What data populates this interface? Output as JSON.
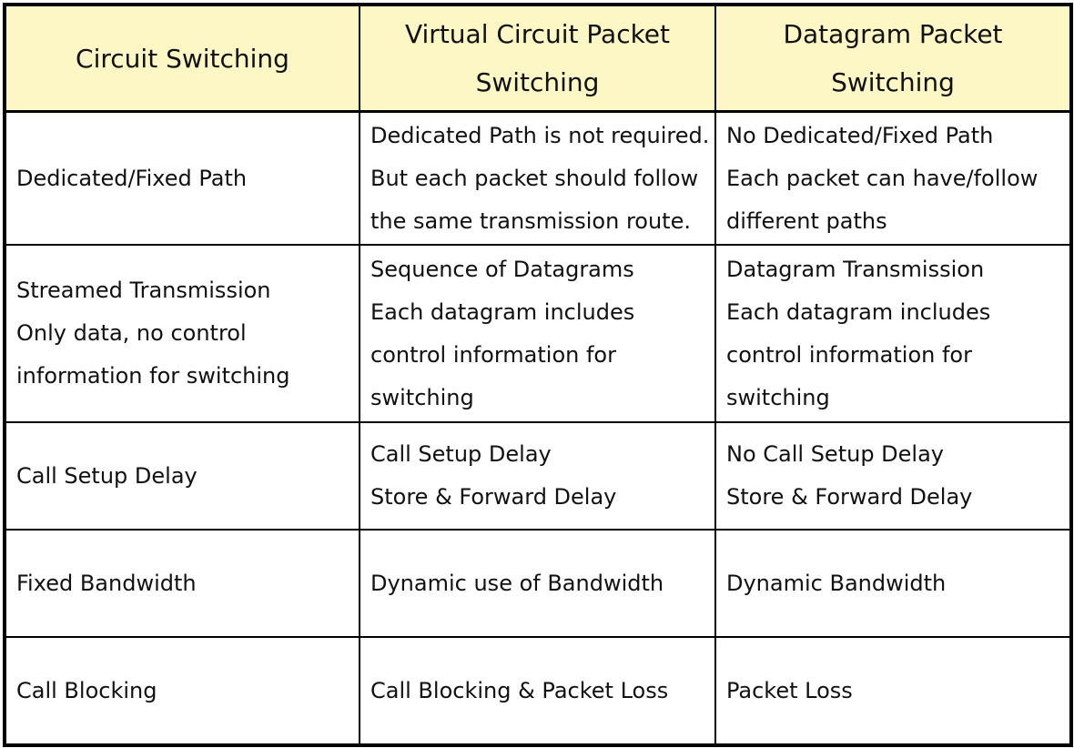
{
  "headers": [
    [
      "Circuit Switching"
    ],
    [
      "Virtual Circuit Packet",
      "Switching"
    ],
    [
      "Datagram Packet",
      "Switching"
    ]
  ],
  "rows": [
    [
      [
        "Dedicated/Fixed Path"
      ],
      [
        "Dedicated Path is not required.",
        "But each packet should follow",
        "the same transmission route."
      ],
      [
        "No Dedicated/Fixed Path",
        "Each packet can have/follow",
        "different paths"
      ]
    ],
    [
      [
        "Streamed Transmission",
        "Only data, no control",
        "information for switching"
      ],
      [
        "Sequence of Datagrams",
        "Each datagram includes",
        "control information for",
        "switching"
      ],
      [
        "Datagram Transmission",
        "Each datagram includes",
        "control information for",
        "switching"
      ]
    ],
    [
      [
        "Call Setup Delay"
      ],
      [
        "Call Setup Delay",
        "Store & Forward Delay"
      ],
      [
        "No Call Setup Delay",
        "Store & Forward Delay"
      ]
    ],
    [
      [
        "Fixed Bandwidth"
      ],
      [
        "Dynamic use of Bandwidth"
      ],
      [
        "Dynamic Bandwidth"
      ]
    ],
    [
      [
        "Call Blocking"
      ],
      [
        "Call Blocking & Packet Loss"
      ],
      [
        "Packet Loss"
      ]
    ]
  ],
  "colors": {
    "header_bg": "#fdf7c5",
    "border": "#000000",
    "text": "#111111"
  }
}
